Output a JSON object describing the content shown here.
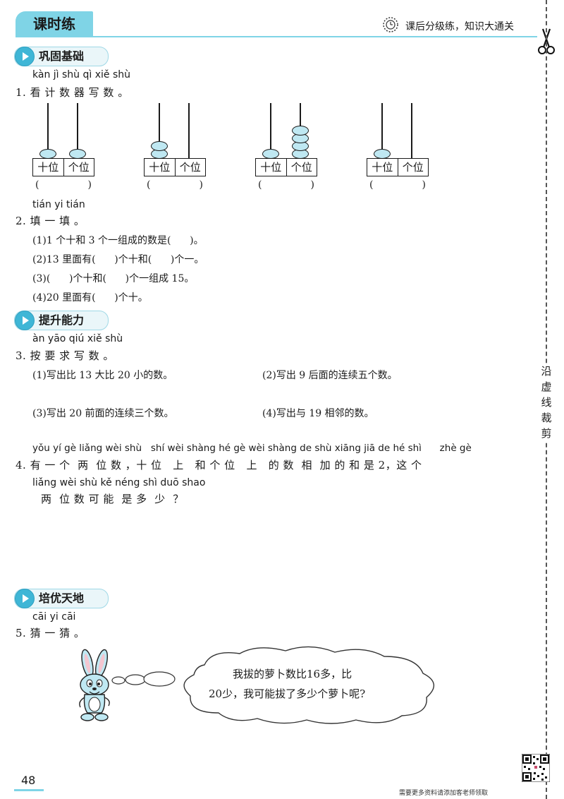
{
  "header": {
    "tab": "课时练",
    "slogan": "课后分级练，知识大通关"
  },
  "cut_label": [
    "沿",
    "虚",
    "线",
    "裁",
    "剪"
  ],
  "sections": {
    "s1": "巩固基础",
    "s2": "提升能力",
    "s3": "培优天地"
  },
  "q1": {
    "pinyin": "kàn jì shù qì xiě shù",
    "text": "1. 看 计 数 器 写 数 。",
    "place_labels": {
      "tens": "十位",
      "ones": "个位"
    },
    "blank": [
      "(",
      ")"
    ],
    "abaci": [
      {
        "tens": 1,
        "ones": 1
      },
      {
        "tens": 2,
        "ones": 0
      },
      {
        "tens": 1,
        "ones": 4
      },
      {
        "tens": 1,
        "ones": 0
      }
    ]
  },
  "q2": {
    "pinyin": "tián yi tián",
    "text": "2. 填 一 填 。",
    "items": [
      "(1)1 个十和 3 个一组成的数是(      )。",
      "(2)13 里面有(      )个十和(      )个一。",
      "(3)(      )个十和(      )个一组成 15。",
      "(4)20 里面有(      )个十。"
    ]
  },
  "q3": {
    "pinyin": "àn yāo qiú xiě shù",
    "text": "3. 按 要 求 写 数 。",
    "items": [
      "(1)写出比 13 大比 20 小的数。",
      "(2)写出 9 后面的连续五个数。",
      "(3)写出 20 前面的连续三个数。",
      "(4)写出与 19 相邻的数。"
    ]
  },
  "q4": {
    "pinyin1": "yǒu yí gè liǎng wèi shù   shí wèi shàng hé gè wèi shàng de shù xiāng jiā de hé shì      zhè gè",
    "line1": "4. 有 一 个  两  位 数 ，十 位   上   和 个 位   上   的 数  相  加 的 和 是 2，这 个",
    "pinyin2": "liǎng wèi shù kě néng shì duō shao",
    "line2": "两  位 数 可 能  是 多  少  ？"
  },
  "q5": {
    "pinyin": "cāi yi cāi",
    "text": "5. 猜 一 猜 。",
    "bubble_line1": "我拔的萝卜数比16多，比",
    "bubble_line2": "20少，我可能拔了多少个萝卜呢?"
  },
  "footer": {
    "page_number": "48",
    "note": "需要更多资料请添加客老师领取"
  }
}
